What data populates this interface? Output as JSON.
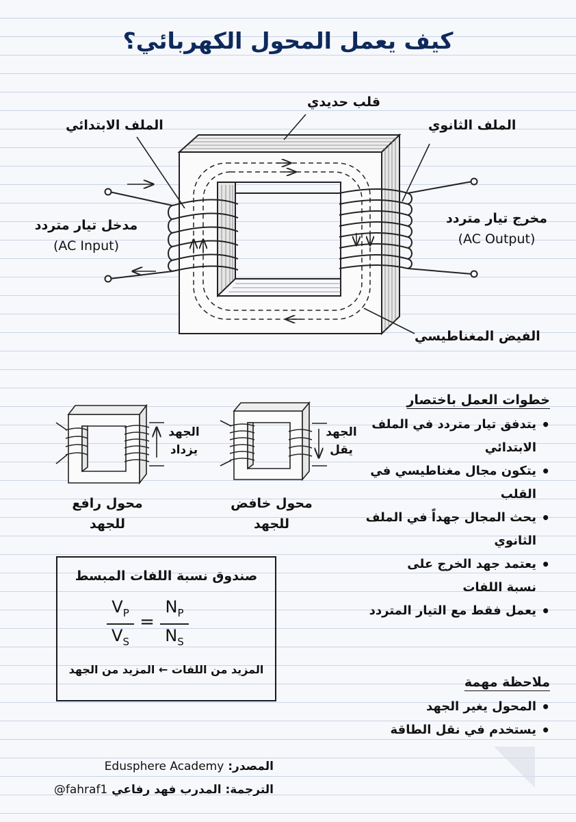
{
  "title": "كيف يعمل المحول الكهربائي؟",
  "main_diagram": {
    "iron_core": "قلب حديدي",
    "primary_coil": "الملف الابتدائي",
    "secondary_coil": "الملف الثانوي",
    "input_ar": "مدخل تيار متردد",
    "input_en": "(AC Input)",
    "output_ar": "مخرج تيار متردد",
    "output_en": "(AC Output)",
    "magnetic_flux": "الفيض المغناطيسي"
  },
  "small_diagrams": {
    "step_up": {
      "voltage": "الجهد",
      "change": "يزداد",
      "name_l1": "محول رافع",
      "name_l2": "للجهد"
    },
    "step_down": {
      "voltage": "الجهد",
      "change": "يقل",
      "name_l1": "محول خافض",
      "name_l2": "للجهد"
    }
  },
  "steps": {
    "heading": "خطوات العمل باختصار",
    "items": [
      {
        "l1": "يتدفق تيار متردد في الملف",
        "l2": "الابتدائي"
      },
      {
        "l1": "يتكون مجال مغناطيسي في",
        "l2": "القلب"
      },
      {
        "l1": "يحث المجال جهداً في الملف",
        "l2": "الثانوي"
      },
      {
        "l1": "يعتمد جهد الخرج على",
        "l2": "نسبة اللفات"
      },
      {
        "l1": "يعمل فقط مع التيار المتردد",
        "l2": ""
      }
    ]
  },
  "ratio_box": {
    "title": "صندوق نسبة اللفات المبسط",
    "vp": "V",
    "vp_sub": "P",
    "vs": "V",
    "vs_sub": "S",
    "np": "N",
    "np_sub": "P",
    "ns": "N",
    "ns_sub": "S",
    "equals": "=",
    "footer": "المزيد من اللفات ← المزيد من الجهد"
  },
  "note": {
    "heading": "ملاحظة مهمة",
    "items": [
      "المحول يغير الجهد",
      "يستخدم في نقل الطاقة"
    ]
  },
  "credits": {
    "source_label": "المصدر:",
    "source_name": "Edusphere Academy",
    "translation_label": "الترجمة: المدرب فهد رفاعي",
    "handle": "@fahraf1"
  }
}
